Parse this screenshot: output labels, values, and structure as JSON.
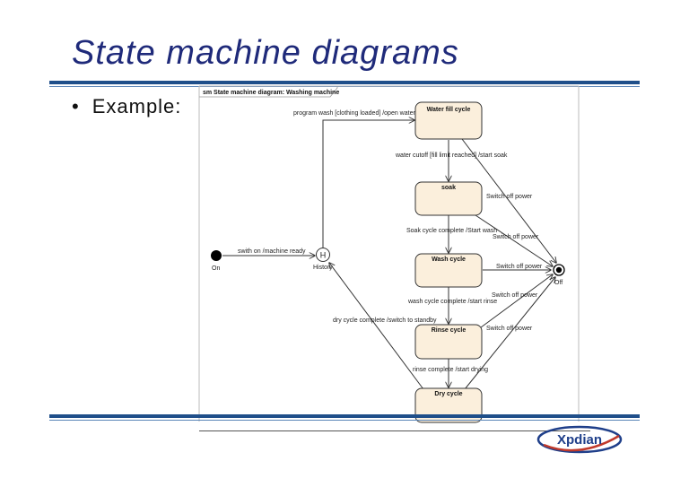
{
  "slide": {
    "title": "State machine diagrams",
    "bullet": "Example:"
  },
  "diagram": {
    "frame_label": "sm State machine diagram: Washing machine",
    "states": {
      "water_fill": "Water fill cycle",
      "soak": "soak",
      "wash": "Wash cycle",
      "rinse": "Rinse cycle",
      "dry": "Dry cycle"
    },
    "nodes": {
      "initial": "On",
      "history": "History",
      "history_glyph": "H",
      "final": "Off"
    },
    "transitions": {
      "on_to_history": "swith on /machine ready",
      "history_to_fill": "program wash [clothing loaded] /open water",
      "fill_to_soak": "water cutoff [fill limit reached] /start soak",
      "soak_to_wash": "Soak cycle complete /Start wash",
      "wash_to_rinse": "wash cycle complete /start rinse",
      "rinse_to_dry": "rinse complete /start drying",
      "dry_to_history": "dry cycle complete /switch to standby",
      "power_fill": "Switch off power",
      "power_soak": "Switch off power",
      "power_wash": "Switch off power",
      "power_rinse": "Switch off power",
      "power_dry": "Switch off power"
    }
  },
  "logo": {
    "text": "Xpdian"
  },
  "colors": {
    "title": "#1f2a7a",
    "bar": "#1f4f8a",
    "state_fill": "#fbefdc",
    "logo": "#1f3f8a",
    "logo_swoosh": "#c0392b"
  }
}
